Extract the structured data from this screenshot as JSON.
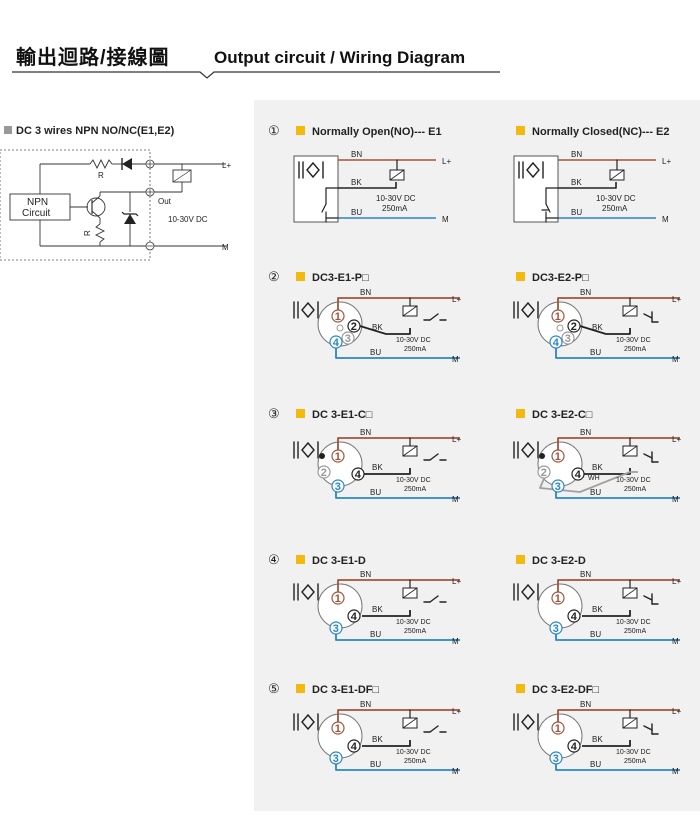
{
  "header": {
    "title_zh": "輸出迴路/接線圖",
    "title_en": "Output circuit / Wiring Diagram"
  },
  "left_panel": {
    "heading": "DC 3 wires NPN NO/NC(E1,E2)",
    "box_label_line1": "NPN",
    "box_label_line2": "Circuit",
    "resistor_label": "R",
    "out_label": "Out",
    "voltage": "10-30V DC",
    "lplus": "L+",
    "m": "M"
  },
  "common": {
    "bn": "BN",
    "bk": "BK",
    "bu": "BU",
    "wh": "WH",
    "lplus": "L+",
    "m": "M",
    "volt": "10-30V DC",
    "current": "250mA"
  },
  "colors": {
    "brown": "#a0553a",
    "blue": "#2a86c8",
    "black": "#222222",
    "grey": "#a0a0a0",
    "yellow": "#f2b90f",
    "panel": "#f1f1f1"
  },
  "sections": [
    {
      "num": "①",
      "left_title": "Normally Open(NO)--- E1",
      "right_title": "Normally Closed(NC)--- E2"
    },
    {
      "num": "②",
      "left_title": "DC3-E1-P□",
      "right_title": "DC3-E2-P□"
    },
    {
      "num": "③",
      "left_title": "DC 3-E1-C□",
      "right_title": "DC 3-E2-C□"
    },
    {
      "num": "④",
      "left_title": "DC 3-E1-D",
      "right_title": "DC 3-E2-D"
    },
    {
      "num": "⑤",
      "left_title": "DC 3-E1-DF□",
      "right_title": "DC 3-E2-DF□"
    }
  ],
  "pins": {
    "one": "1",
    "two": "2",
    "three": "3",
    "four": "4"
  }
}
